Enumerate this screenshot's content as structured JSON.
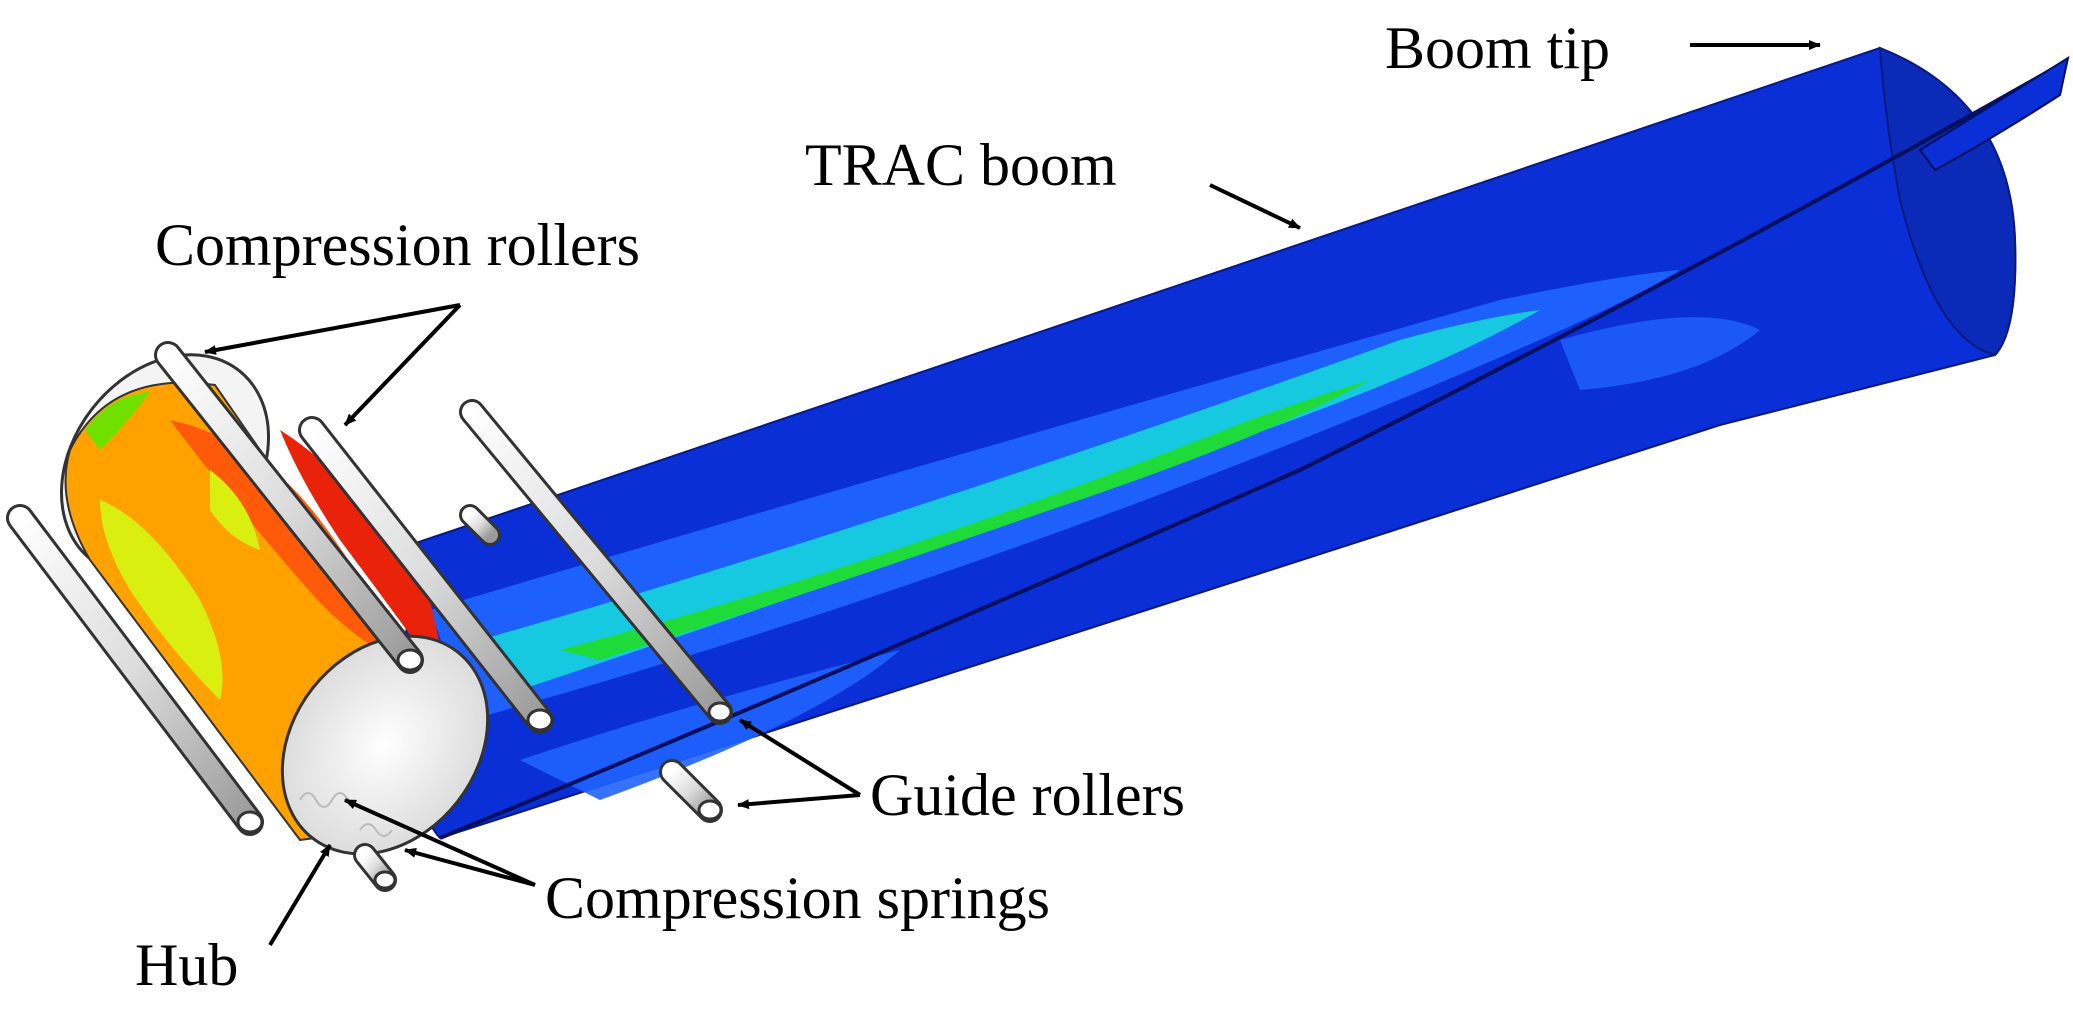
{
  "labels": {
    "boom_tip": "Boom tip",
    "trac_boom": "TRAC boom",
    "compression_rollers": "Compression rollers",
    "guide_rollers": "Guide rollers",
    "compression_springs": "Compression springs",
    "hub": "Hub"
  },
  "colors": {
    "boom_base": "#0a2fd6",
    "boom_dark": "#0a20b0",
    "stress_low": "#1f63ff",
    "stress_mid": "#17c9e0",
    "stress_high": "#1edb3a",
    "hub_green": "#6fe000",
    "hub_yellow": "#d8ef10",
    "hub_orange": "#ffa200",
    "hub_red_orange": "#ff5a0a",
    "hub_red": "#e8230a",
    "roller": "#e8e8e8",
    "roller_edge": "#333333"
  }
}
